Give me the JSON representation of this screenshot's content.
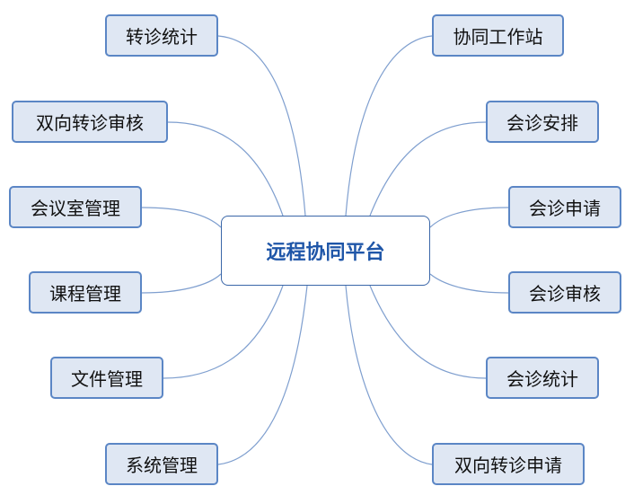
{
  "center": {
    "label": "远程协同平台"
  },
  "left_nodes": [
    {
      "label": "转诊统计"
    },
    {
      "label": "双向转诊审核"
    },
    {
      "label": "会议室管理"
    },
    {
      "label": "课程管理"
    },
    {
      "label": "文件管理"
    },
    {
      "label": "系统管理"
    }
  ],
  "right_nodes": [
    {
      "label": "协同工作站"
    },
    {
      "label": "会诊安排"
    },
    {
      "label": "会诊申请"
    },
    {
      "label": "会诊审核"
    },
    {
      "label": "会诊统计"
    },
    {
      "label": "双向转诊申请"
    }
  ],
  "colors": {
    "node_fill": "#dfe7f3",
    "node_border": "#5b86c5",
    "center_text": "#1f56a8",
    "connector": "#7f9fcf"
  }
}
